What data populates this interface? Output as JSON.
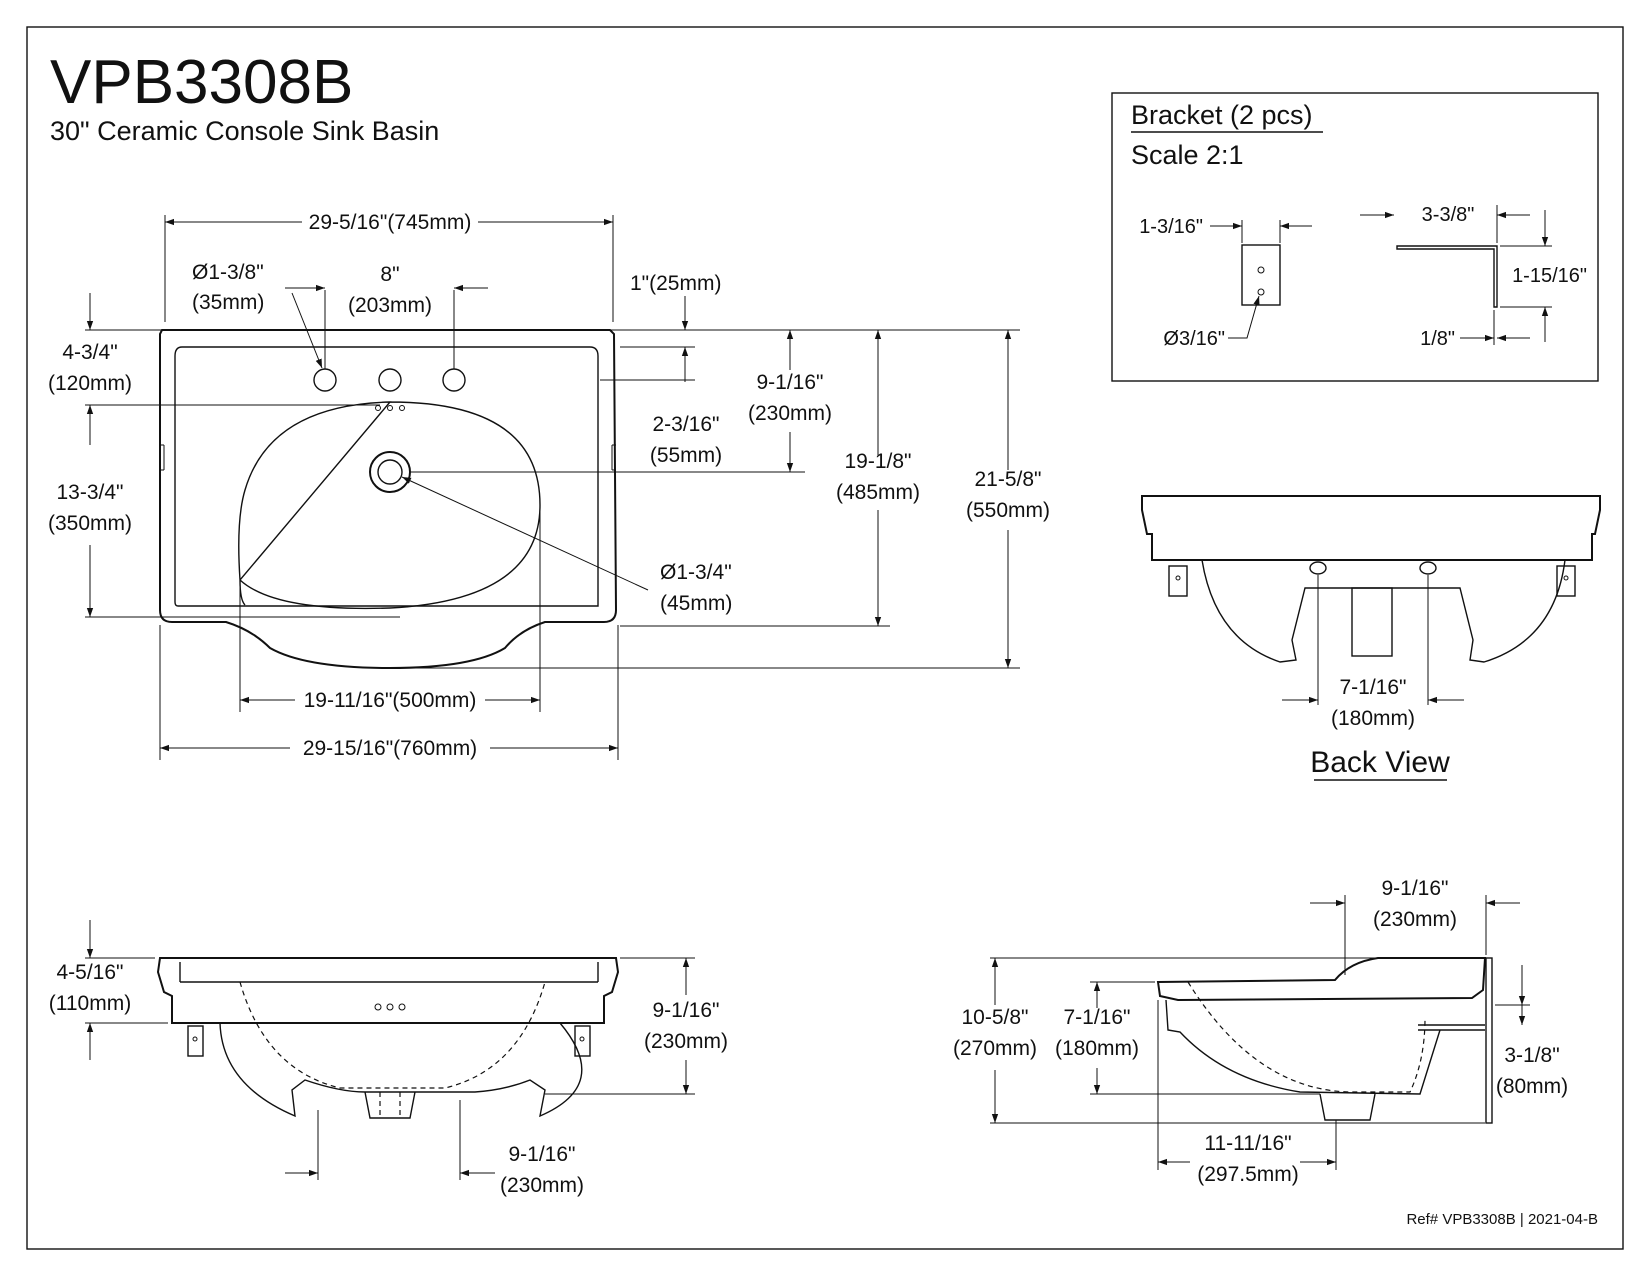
{
  "title": "VPB3308B",
  "subtitle": "30\" Ceramic Console Sink Basin",
  "ref": "Ref# VPB3308B | 2021-04-B",
  "bracket": {
    "title": "Bracket (2 pcs)",
    "scale": "Scale 2:1",
    "dims": {
      "width": "1-3/16\"",
      "hole": "Ø3/16\"",
      "length": "3-3/8\"",
      "height": "1-15/16\"",
      "thickness": "1/8\""
    }
  },
  "back_view": {
    "label": "Back View",
    "dim_a": "7-1/16\"",
    "dim_a_mm": "(180mm)"
  },
  "top_view": {
    "overall_width": "29-5/16\"(745mm)",
    "faucet_hole": "Ø1-3/8\"",
    "faucet_hole_mm": "(35mm)",
    "spread": "8\"",
    "spread_mm": "(203mm)",
    "rim": "1\"(25mm)",
    "back_to_bowl": "4-3/4\"",
    "back_to_bowl_mm": "(120mm)",
    "drain_depth": "9-1/16\"",
    "drain_depth_mm": "(230mm)",
    "hole_to_drain": "2-3/16\"",
    "hole_to_drain_mm": "(55mm)",
    "bowl_depth": "13-3/4\"",
    "bowl_depth_mm": "(350mm)",
    "depth_side": "19-1/8\"",
    "depth_side_mm": "(485mm)",
    "depth_total": "21-5/8\"",
    "depth_total_mm": "(550mm)",
    "drain": "Ø1-3/4\"",
    "drain_mm": "(45mm)",
    "bowl_width": "19-11/16\"(500mm)",
    "total_width": "29-15/16\"(760mm)"
  },
  "front_view": {
    "rim_height": "4-5/16\"",
    "rim_height_mm": "(110mm)",
    "total_height": "9-1/16\"",
    "total_height_mm": "(230mm)",
    "leg_span": "9-1/16\"",
    "leg_span_mm": "(230mm)"
  },
  "side_view": {
    "top_depth": "9-1/16\"",
    "top_depth_mm": "(230mm)",
    "overall_height": "10-5/8\"",
    "overall_height_mm": "(270mm)",
    "bowl_height": "7-1/16\"",
    "bowl_height_mm": "(180mm)",
    "bracket_height": "3-1/8\"",
    "bracket_height_mm": "(80mm)",
    "drain_offset": "11-11/16\"",
    "drain_offset_mm": "(297.5mm)"
  }
}
